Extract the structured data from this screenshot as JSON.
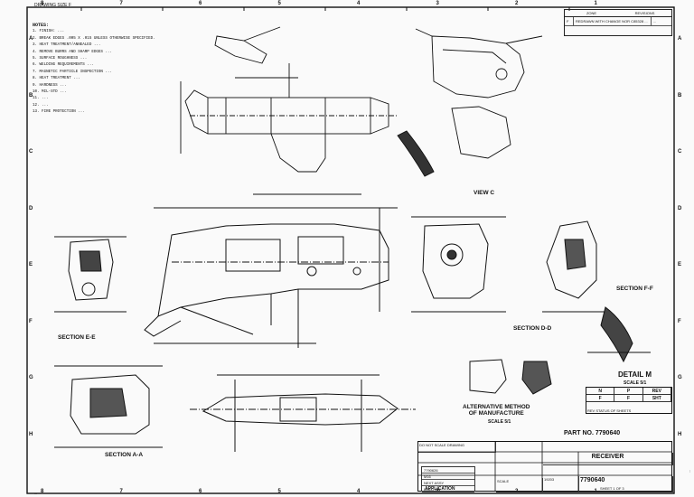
{
  "drawing_size": "DRAWING SIZE F",
  "zones_top": [
    "8",
    "7",
    "6",
    "5",
    "4",
    "3",
    "2",
    "1"
  ],
  "zones_side": [
    "A",
    "B",
    "C",
    "D",
    "E",
    "F",
    "G",
    "H"
  ],
  "notes": {
    "title": "NOTES:",
    "items": [
      "1. FINISH: ...",
      "2. BREAK EDGES .005 X .015 UNLESS OTHERWISE SPECIFIED.",
      "3. HEAT TREATMENT/ANNEALED ...",
      "4. REMOVE BURRS AND SHARP EDGES ...",
      "5. SURFACE ROUGHNESS ...",
      "6. WELDING REQUIREMENTS ...",
      "7. MAGNETIC PARTICLE INSPECTION ...",
      "8. HEAT TREATMENT ...",
      "9. HARDNESS ...",
      "10. MIL-STD ...",
      "11. ...",
      "12. ...",
      "13. FIRE PROTECTION ..."
    ]
  },
  "revision_block": {
    "header": [
      "ZONE",
      "REVISIONS"
    ],
    "letter": "F",
    "description": "REDRAWN WITH CHANGE NOR C85328 ...",
    "approval": "..."
  },
  "views": {
    "section_ee": "SECTION E-E",
    "section_aa": "SECTION A-A",
    "section_dd": "SECTION D-D",
    "section_ff": "SECTION F-F",
    "view_c": "VIEW C",
    "detail_m": "DETAIL M",
    "detail_scale": "SCALE 5/1",
    "alt_method": "ALTERNATIVE METHOD\nOF MANUFACTURE",
    "alt_method_scale": "SCALE 5/1"
  },
  "status_table": {
    "row1": [
      "N",
      "P",
      "REV"
    ],
    "row2": [
      "F",
      "F",
      "SHT"
    ],
    "caption": "REV STATUS OF SHEETS"
  },
  "part_no_label": "PART NO. 7790640",
  "title_block": {
    "title": "RECEIVER",
    "part_no": "7790640",
    "sheet": "SHEET 1 OF 3",
    "code": "19203",
    "scale": "SCALE",
    "do_not_scale": "DO NOT SCALE DRAWING",
    "application": "APPLICATION",
    "next_assy": "7790626",
    "used_on": "M16"
  },
  "flag_left": [
    "7790626",
    "M16",
    "NEXT ASSY",
    "USED ON"
  ],
  "footer_note": "...",
  "vert_code": "..."
}
